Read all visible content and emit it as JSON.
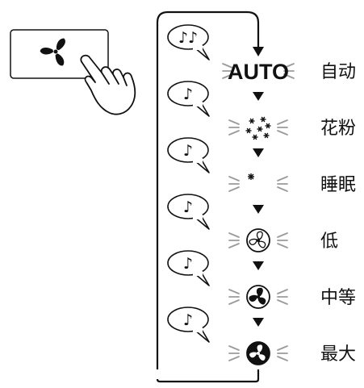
{
  "modes": [
    {
      "id": "auto",
      "icon": "auto-text-icon",
      "icon_text": "AUTO",
      "label": "自动",
      "beep": "♪♪"
    },
    {
      "id": "pollen",
      "icon": "pollen-icon",
      "label": "花粉",
      "beep": "♪"
    },
    {
      "id": "sleep",
      "icon": "moon-stars-icon",
      "label": "睡眠",
      "beep": "♪"
    },
    {
      "id": "low",
      "icon": "fan-outline-icon",
      "label": "低",
      "beep": "♪"
    },
    {
      "id": "medium",
      "icon": "fan-half-icon",
      "label": "中等",
      "beep": "♪"
    },
    {
      "id": "max",
      "icon": "fan-solid-icon",
      "label": "最大",
      "beep": "♪"
    }
  ],
  "button_icon": "fan-button-icon",
  "pointer_icon": "hand-pointer-icon",
  "colors": {
    "line": "#111111",
    "glow": "#9a9a9a",
    "background": "#ffffff"
  }
}
